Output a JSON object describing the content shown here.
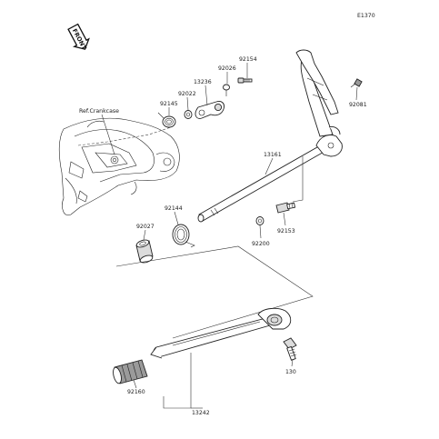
{
  "diagram_code": "E1370",
  "front_label": "FRONT",
  "ref_crankcase": "Ref.Crankcase",
  "parts": {
    "p92154": "92154",
    "p92026": "92026",
    "p13236": "13236",
    "p92022": "92022",
    "p92145": "92145",
    "p92081": "92081",
    "p13161": "13161",
    "p92144": "92144",
    "p92027": "92027",
    "p92153": "92153",
    "p92200": "92200",
    "p130": "130",
    "p92160": "92160",
    "p13242": "13242"
  }
}
